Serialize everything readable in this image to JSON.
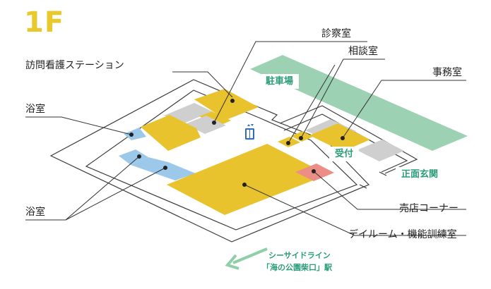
{
  "floor_label": "1F",
  "labels": {
    "shinsatsu": "診察室",
    "soudan": "相談室",
    "houmon": "訪問看護ステーション",
    "jimu": "事務室",
    "yokushitsu_top": "浴室",
    "yokushitsu_bottom": "浴室",
    "baiten": "売店コーナー",
    "dayroom": "デイルーム・機能訓練室"
  },
  "tags": {
    "parking": "駐車場",
    "reception": "受付",
    "entrance": "正面玄関"
  },
  "station": {
    "line1": "シーサイドライン",
    "line2": "「海の公園柴口」駅"
  },
  "icons": [
    "elevator-icon",
    "direction-arrow-icon"
  ],
  "colors": {
    "room_yellow": "#e8c32e",
    "bath_blue": "#9cc9ea",
    "shop_pink": "#ec8e86",
    "parking_green": "#9dd1b4",
    "facility_gray": "#cfcfcf",
    "accent_green": "#2a9d78",
    "floor_text": "#e8c82a"
  }
}
